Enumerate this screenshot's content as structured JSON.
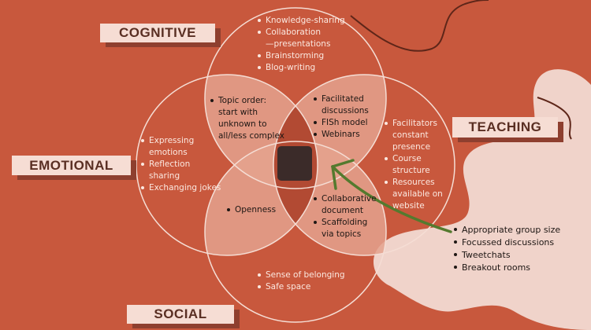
{
  "colors": {
    "background": "#c8583d",
    "circle_stroke": "#f5ddd4",
    "overlap_fill": "#e4a28e",
    "triple_overlap_fill": "#b24a33",
    "center_fill": "#3b2b29",
    "blob": "#f0d3ca",
    "arrow": "#547a2e",
    "tag_bg": "#f6ddd4",
    "tag_shadow": "#8e3f2f",
    "tag_text": "#5a2f23"
  },
  "circles": {
    "cognitive": {
      "label": "COGNITIVE",
      "items": [
        "Knowledge-sharing",
        "Collaboration",
        "Brainstorming",
        "Blog-writing"
      ],
      "item_continuations": {
        "1": "—presentations"
      }
    },
    "emotional": {
      "label": "EMOTIONAL",
      "items": [
        "Expressing emotions",
        "Reflection sharing",
        "Exchanging jokes"
      ]
    },
    "teaching": {
      "label": "TEACHING",
      "items": [
        "Facilitators constant presence",
        "Course structure",
        "Resources available on website"
      ]
    },
    "social": {
      "label": "SOCIAL",
      "items": [
        "Sense of belonging",
        "Safe space"
      ]
    }
  },
  "overlaps": {
    "cognitive_emotional": [
      "Topic order: start with unknown to all/less complex"
    ],
    "cognitive_teaching": [
      "Facilitated discussions",
      "FISh model",
      "Webinars"
    ],
    "emotional_social": [
      "Openness"
    ],
    "social_teaching": [
      "Collaborative document",
      "Scaffolding via topics"
    ]
  },
  "arrow_target": {
    "items": [
      "Appropriate group size",
      "Focussed discussions",
      "Tweetchats",
      "Breakout rooms"
    ]
  }
}
